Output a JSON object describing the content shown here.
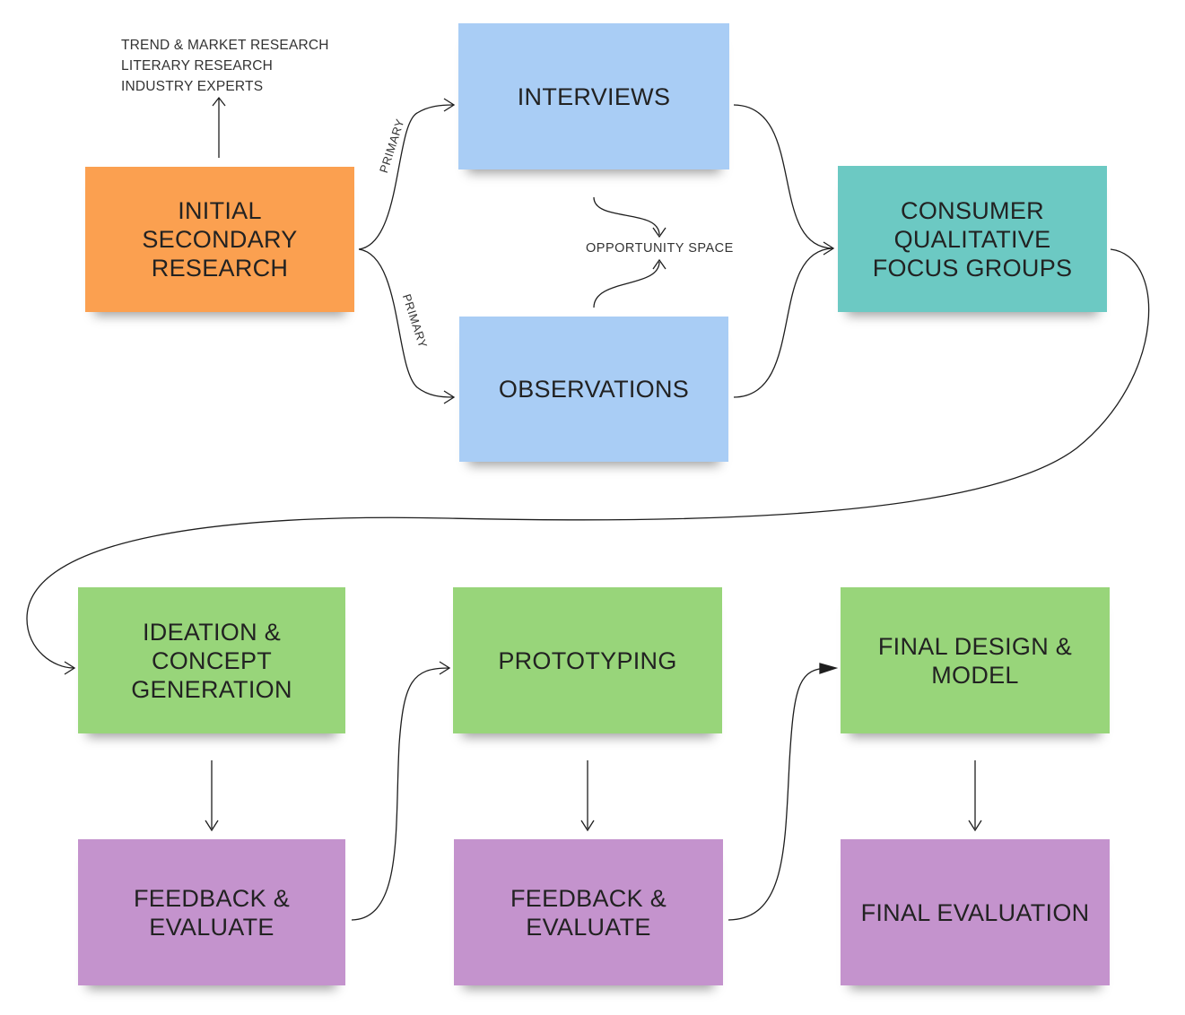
{
  "colors": {
    "orange": "#fba050",
    "blue": "#a9cdf5",
    "teal": "#6cc9c3",
    "green": "#98d57a",
    "purple": "#c493cd",
    "line": "#1e1e1e"
  },
  "notes": {
    "initial_secondary_research": "INITIAL SECONDARY RESEARCH",
    "interviews": "INTERVIEWS",
    "observations": "OBSERVATIONS",
    "consumer_focus_groups": "CONSUMER QUALITATIVE FOCUS GROUPS",
    "ideation": "IDEATION & CONCEPT GENERATION",
    "prototyping": "PROTOTYPING",
    "final_design": "FINAL DESIGN & MODEL",
    "feedback_1": "FEEDBACK & EVALUATE",
    "feedback_2": "FEEDBACK & EVALUATE",
    "final_evaluation": "FINAL EVALUATION"
  },
  "secondary_sources": {
    "line1": "TREND & MARKET RESEARCH",
    "line2": "LITERARY RESEARCH",
    "line3": "INDUSTRY EXPERTS"
  },
  "labels": {
    "primary_top": "PRIMARY",
    "primary_bottom": "PRIMARY",
    "opportunity_space": "OPPORTUNITY SPACE"
  }
}
